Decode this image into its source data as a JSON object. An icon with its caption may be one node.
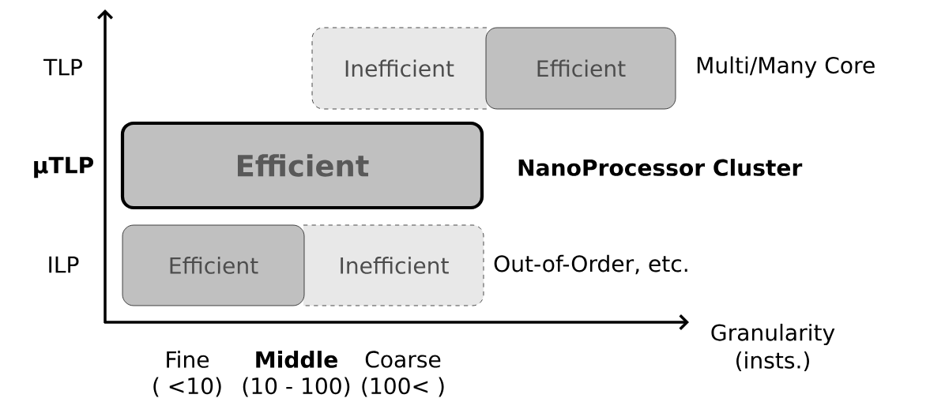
{
  "diagram": {
    "nodes": [
      {
        "text": [
          "Inefficient"
        ]
      },
      {
        "text": [
          "Efficient"
        ]
      },
      {
        "text": [
          "Efficient"
        ]
      },
      {
        "text": [
          "Efficient"
        ]
      },
      {
        "text": [
          "Inefficient"
        ]
      }
    ],
    "labels": [
      "TLP",
      "Multi/Many Core",
      "μTLP",
      "NanoProcessor Cluster",
      "ILP",
      "Out-of-Order, etc.",
      "Granularity (insts.)",
      "Fine",
      "( <10)",
      "Middle",
      "(10 - 100)",
      "Coarse",
      "(100< )"
    ]
  }
}
